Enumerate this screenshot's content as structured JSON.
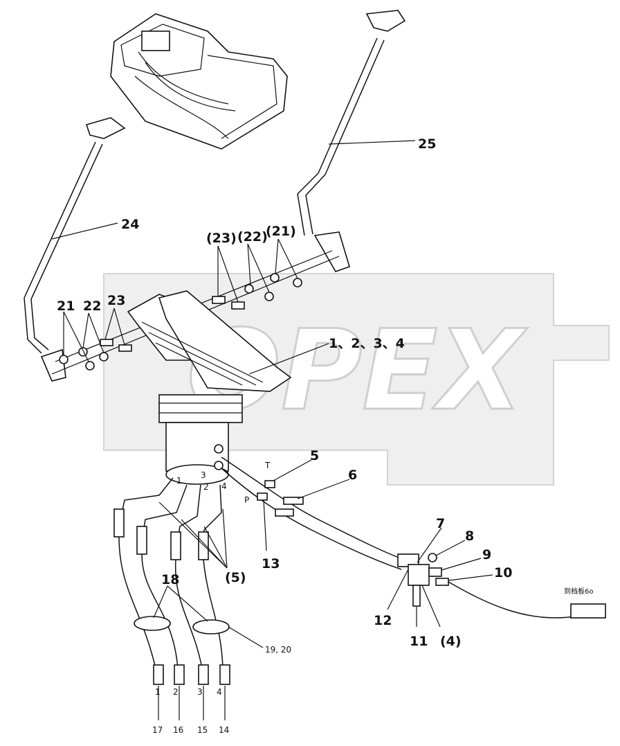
{
  "watermark": {
    "text": "OPEX"
  },
  "callouts": {
    "c1234": "1、2、3、4",
    "c5": "5",
    "c5p": "(5)",
    "c6": "6",
    "c7": "7",
    "c8": "8",
    "c9": "9",
    "c10": "10",
    "c11": "11",
    "c12": "12",
    "c13": "13",
    "c14": "14",
    "c15": "15",
    "c16": "16",
    "c17": "17",
    "c18": "18",
    "c1920": "19, 20",
    "c21": "21",
    "c21p": "(21)",
    "c22": "22",
    "c22p": "(22)",
    "c23": "23",
    "c23p": "(23)",
    "c24": "24",
    "c25": "25",
    "c4p": "(4)"
  },
  "port_labels": {
    "T": "T",
    "P": "P",
    "p1": "1",
    "p2": "2",
    "p3": "3",
    "p4": "4",
    "h1": "1",
    "h2": "2",
    "h3": "3",
    "h4": "4"
  },
  "note": "到档板6o"
}
